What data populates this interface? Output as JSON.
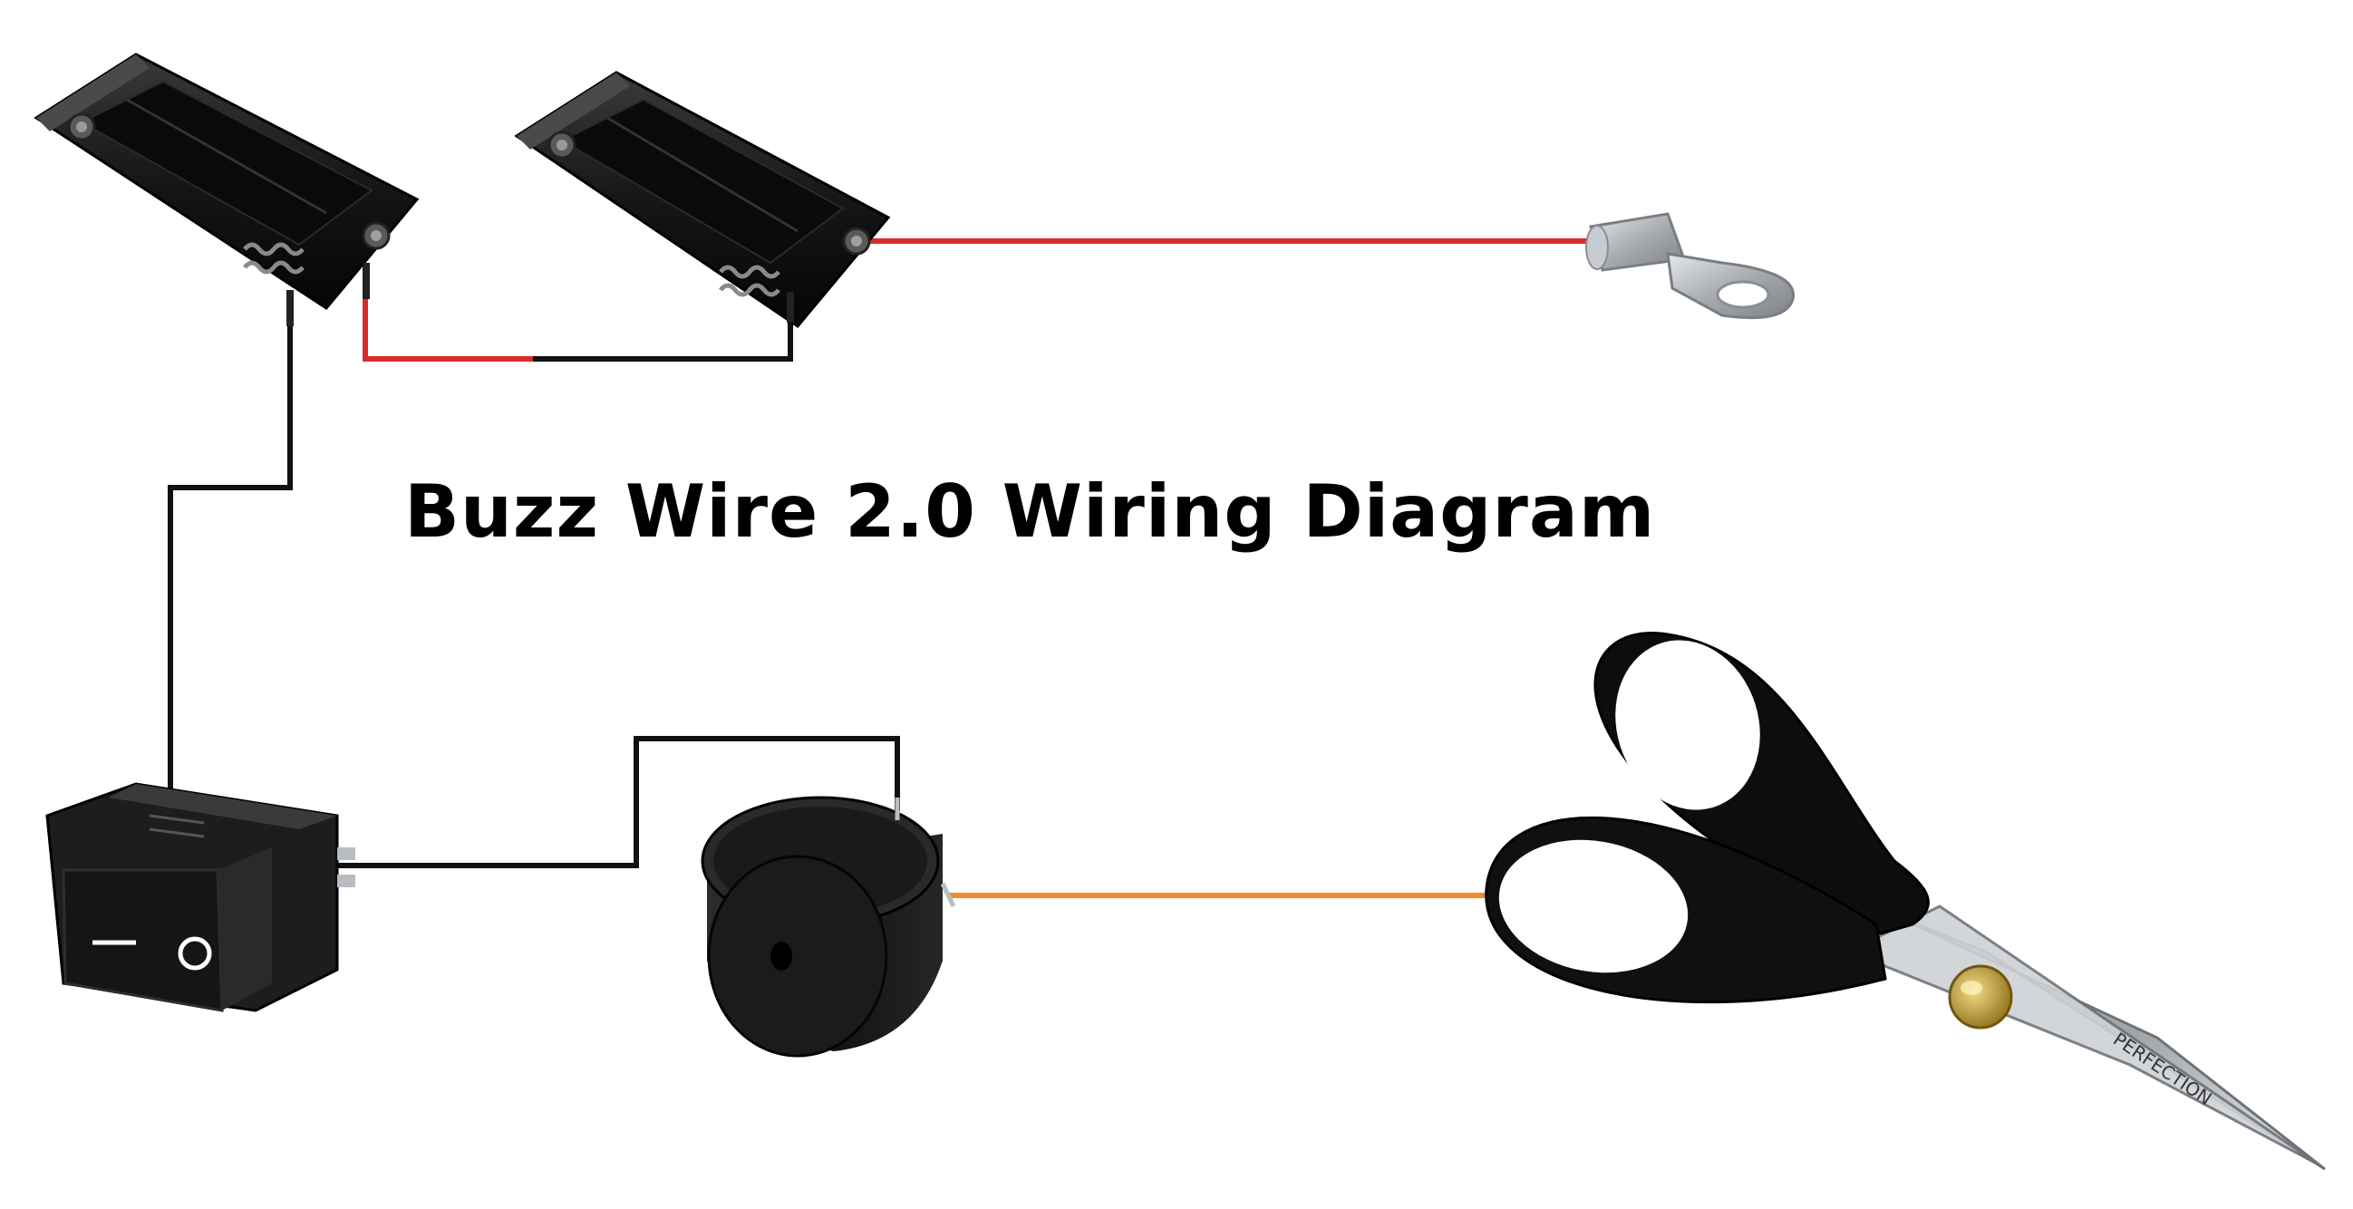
{
  "title": "Buzz Wire 2.0 Wiring Diagram",
  "components": {
    "battery_holder_1": "battery-holder",
    "battery_holder_2": "battery-holder",
    "ring_terminal": "ring-terminal",
    "rocker_switch": "rocker-switch",
    "buzzer": "piezo-buzzer",
    "scissors": "scissors"
  },
  "switch_symbols": {
    "on": "I",
    "off": "O"
  },
  "scissors_engraving": "PERFECTION",
  "colors": {
    "wire_red": "#d92b2b",
    "wire_black": "#111111",
    "wire_orange": "#f28a2e",
    "component_body": "#1b1b1b",
    "terminal_silver": "#b9bcc0",
    "brass": "#c9a640"
  }
}
